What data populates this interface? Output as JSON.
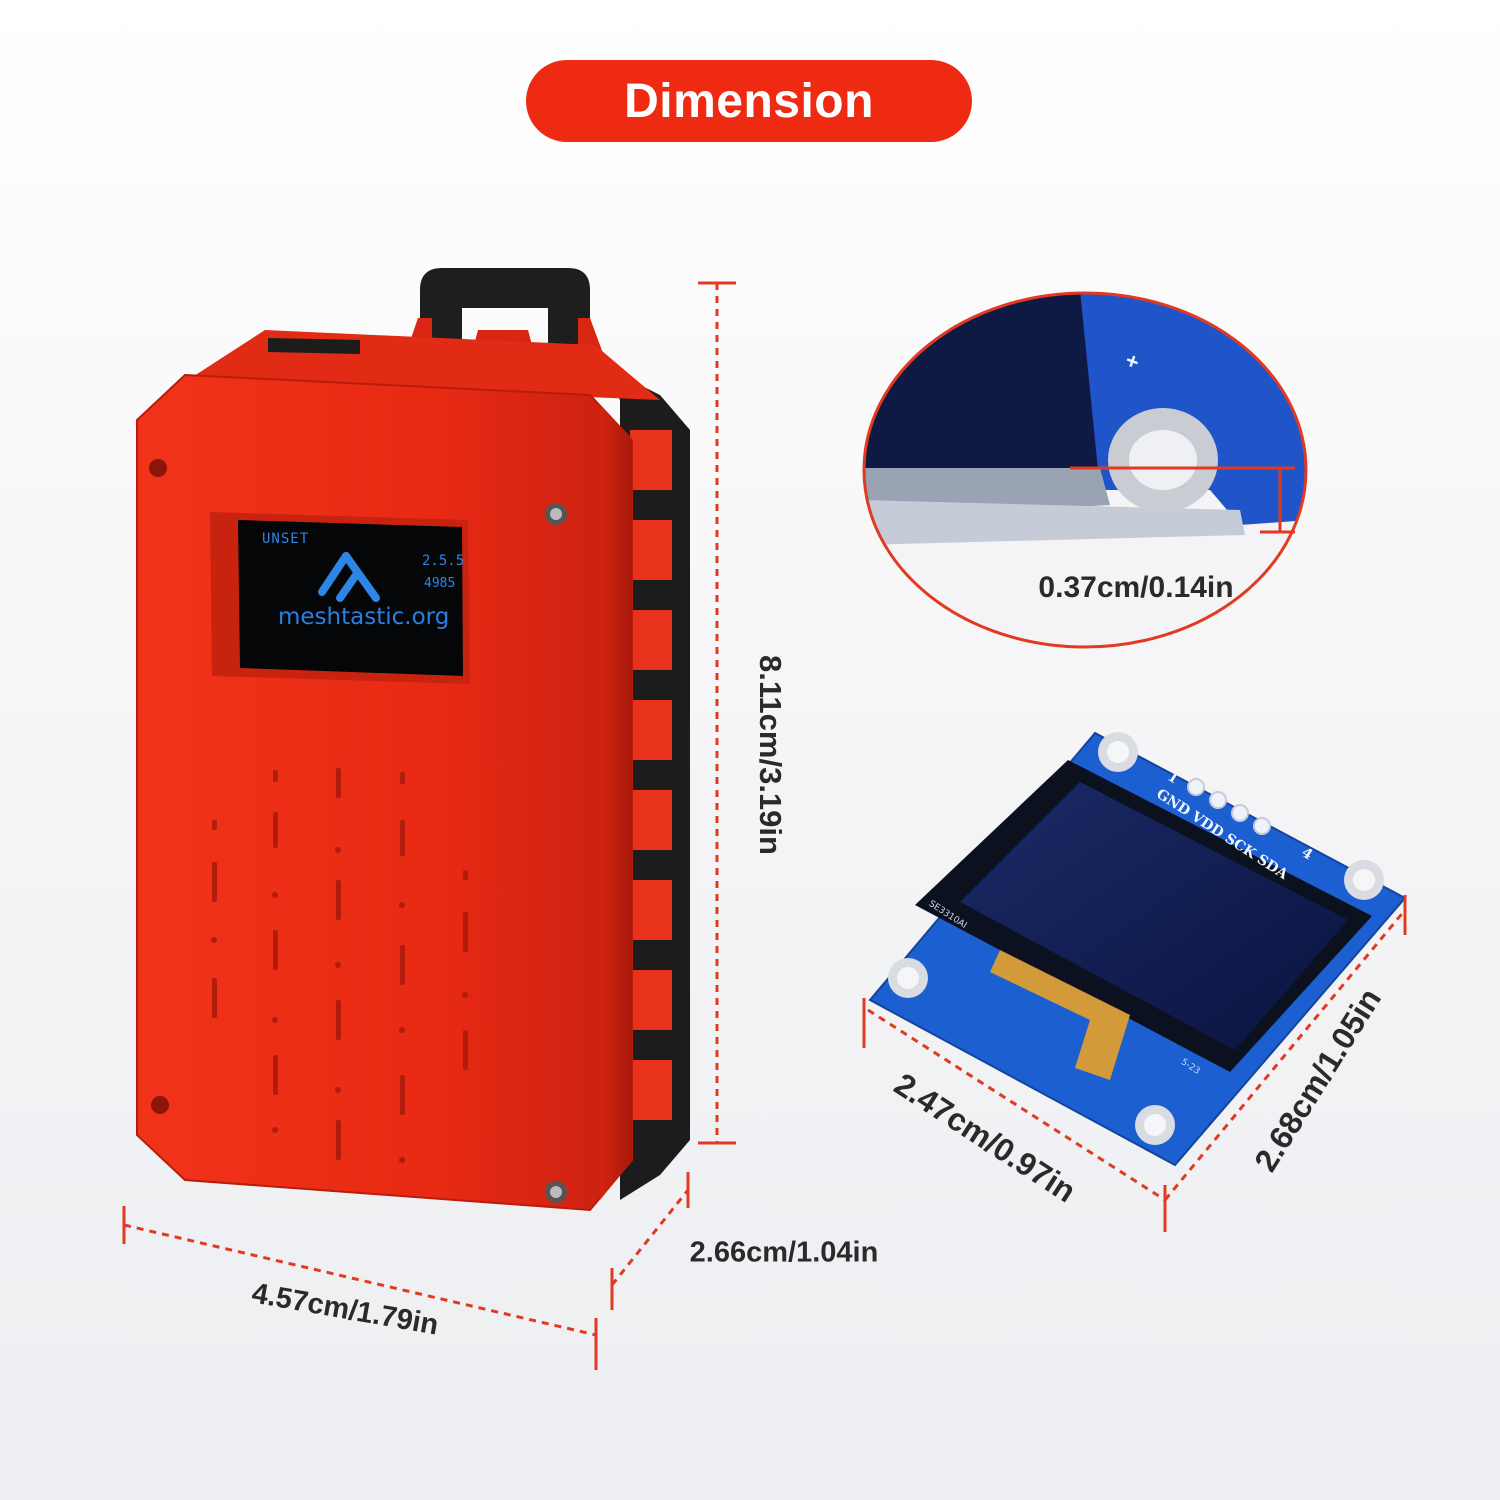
{
  "banner": {
    "title": "Dimension"
  },
  "device": {
    "screen": {
      "status": "UNSET",
      "version": "2.5.5",
      "id": "4985",
      "url": "meshtastic.org"
    },
    "case_color": "#ee2a12",
    "rail_color": "#1c1c1c"
  },
  "dimensions": {
    "height": "8.11cm/3.19in",
    "width": "4.57cm/1.79in",
    "depth": "2.66cm/1.04in"
  },
  "oled_module": {
    "thickness": "0.37cm/0.14in",
    "width": "2.47cm/0.97in",
    "height": "2.68cm/1.05in",
    "pin_labels": "GND VDD SCK SDA",
    "pin_first": "1",
    "pin_last": "4",
    "chip_marking": "SE3310AI",
    "date_marking": "5-23",
    "pcb_color": "#1c5fd0"
  },
  "colors": {
    "accent": "#ee2a12",
    "measure_line": "#e23a22"
  }
}
